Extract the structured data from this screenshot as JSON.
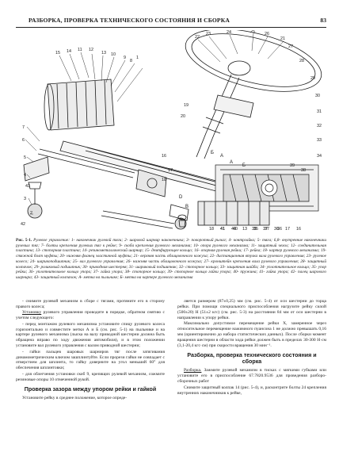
{
  "header": {
    "title": "РАЗБОРКА, ПРОВЕРКА ТЕХНИЧЕСКОГО СОСТОЯНИЯ И СБОРКА",
    "page_number": "83"
  },
  "figure": {
    "callouts": [
      "1",
      "2",
      "3",
      "4",
      "5",
      "6",
      "7",
      "8",
      "9",
      "10",
      "11",
      "12",
      "13",
      "14",
      "15",
      "16",
      "17",
      "18",
      "19",
      "20",
      "21",
      "22",
      "23",
      "24",
      "25",
      "26",
      "27",
      "28",
      "29",
      "30",
      "31",
      "32",
      "33",
      "34",
      "35",
      "36",
      "37",
      "38",
      "39",
      "40",
      "41",
      "42",
      "43"
    ],
    "letters": [
      "Б",
      "А",
      "А",
      "Б",
      "B",
      "D"
    ],
    "bottom_labels": [
      "18",
      "41",
      "40",
      "13",
      "35",
      "37",
      "36",
      "17",
      "16"
    ]
  },
  "caption": {
    "label": "Рис. 5-1.",
    "text": " Рулевое управление: 1- наконечник рулевой тяги; 2- шаровой шарнир наконечника; 3- поворотный рычаг; 4- контргайка; 5- тяга; 6,8- внутренние наконечники рулевых тяг; 7- болты крепления рулевых тяг к рейке; 9- скоба крепления рулевого механизма; 10- опора рулевого механизма; 11- защитный чехол; 12- соединительная пластина; 13- стопорная пластина; 14- резинометаллический шарнир; 15- демпфирующее кольцо; 16- опорная рулевая рейки; 17- рейка; 18- картер рулевого механизма; 19- стяжной болт муфты; 20- нижняя фланец эластичной муфты; 21- верхняя часть облицовочного кожуха; 22- дистанционная втулка вала рулевого управления; 23- рулевое колесо; 24- шарикоподшипник; 25- вал рулевого управления; 26- нижняя часть облицовочного кожуха; 27- кронштейн крепления вала рулевого управления; 28- защитный колпачок; 29- роликовый подшипник; 30- приводная шестерня; 31- шариковый подшипник; 32- стопорное кольцо; 33- защитная шайба; 34- уплотнительное кольцо; 35- упор рейки; 36- уплотнительное кольцо упора; 37- гайка упора; 38- стопорное кольцо; 39- стопорное кольцо гайки упора; 40- пружина; 41- гайка упора; 42- палец шарового шарнира; 43- защитный колпачок; А- метка на пыльнике; Б- метка на картере рулевого механизма"
  },
  "left_column": {
    "p1": "- снимите рулевой механизм в сборе с тягами, протяните его в сторону правого колеса;",
    "p2_u": "Установку",
    "p2_rest": " рулевого управления проводите в порядке, обратном снятию с учетом следующего:",
    "p3": "- перед монтажом рулевого механизма установите спицу рулевого колеса горизонтально и совместите метки А и Б (см. рис. 5-1) на пыльнике и на картере рулевого механизма (лыска на валу приводной шестерни должна быть обращена вправо по ходу движения автомобиля), и в этом положении установите вал рулевого управления с валом приводной шестерни;",
    "p4": "- гайки пальцев шаровых шарниров тяг после затягивания динамометрическим ключом зашплинтуйте. Если прорези гайки не совпадает с отверстием для шплинта, то гайку доверните на угол меньший 60° для обеспечения шплинтовки;",
    "p5": "- для облегчения установки скоб 9, крепящих рулевой механизм, сожмите резиновые опоры 10 отмеченной рукой.",
    "h_adjust": "Проверка зазора между упором рейки и гайкой",
    "p6": "Установите рейку в среднее положение, которое опреде-"
  },
  "right_column": {
    "p1": "ляется размером (87±0,25) мм (см. рис. 5-4) от оси шестерни до торца рейки. При помощи специального приспособления нагрузите рейку силой (500±20) Н (51±2 кгс) (см. рис. 5-3) на расстоянии 84 мм от оси шестерни в направлении к упору рейки.",
    "p2": "Максимально допустимое перемещение рейки X, замеренное через относительное перемещение нажимного пуансона 1 не должно превышать 0,16 мм (ориентировочно до набора статистических данных). После сборки момент вращения шестерни в области хода рейки должен быть в пределах 30-300 Н·см (3,1-20,4 кгс·см) при скорости вращения 30 мин⁻¹.",
    "h_section": "Разборка, проверка технического состояния и сборка",
    "p3_u": "Разборка.",
    "p3_rest": " Зажмите рулевой механизм в тисках с мягкими губками или установите его в приспособление 67.7820.9536 для проведения разборо-сборочных работ",
    "p4": "Снимите защитный колпак 14 (рис. 5-4), и, расконтрите болты 24 крепления внутренних наконечников к рейке,"
  },
  "colors": {
    "ink": "#1a1a1a",
    "paper": "#ffffff",
    "hatch": "#444444"
  }
}
